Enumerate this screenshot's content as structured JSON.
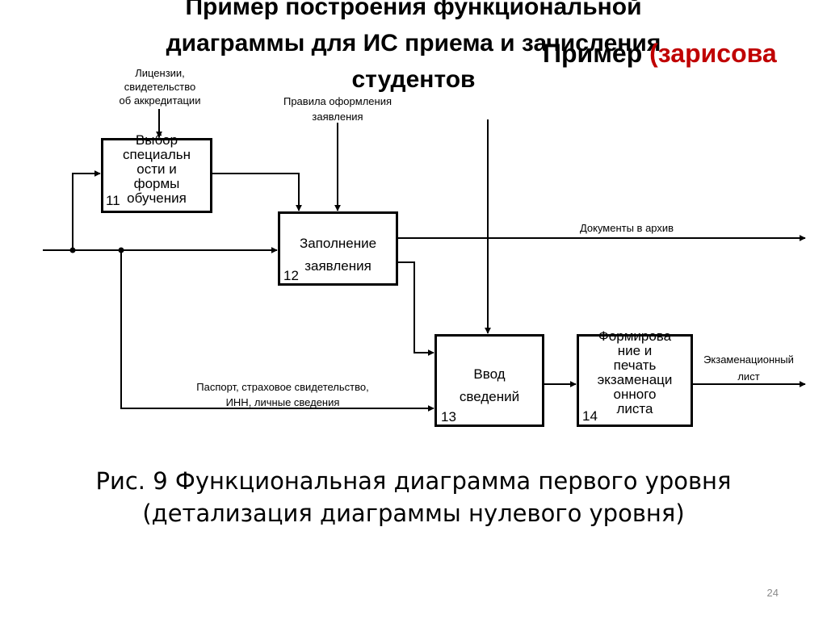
{
  "slide": {
    "title_lines": [
      "Пример построения функциональной",
      "диаграммы для ИС приема и зачисления",
      "студентов"
    ],
    "overlay_title": {
      "black": "Пример ",
      "red": "(зарисова"
    },
    "caption_lines": [
      "Рис. 9 Функциональная диаграмма первого уровня",
      "(детализация диаграммы нулевого уровня)"
    ],
    "page_number": "24",
    "colors": {
      "overlay_red": "#c00000",
      "page_number": "#8a8a8a"
    }
  },
  "diagram": {
    "boxes": [
      {
        "number": "11",
        "label_lines": [
          "Выбор",
          "специальн",
          "ости и",
          "формы",
          "обучения"
        ]
      },
      {
        "number": "12",
        "label_lines": [
          "Заполнение",
          "заявления"
        ]
      },
      {
        "number": "13",
        "label_lines": [
          "Ввод",
          "сведений"
        ]
      },
      {
        "number": "14",
        "label_lines": [
          "Формирова",
          "ние и",
          "печать",
          "экзаменаци",
          "онного",
          "листа"
        ]
      }
    ],
    "labels": {
      "licenses": [
        "Лицензии,",
        "свидетельство",
        "об аккредитации"
      ],
      "rules": [
        "Правила оформления",
        "заявления"
      ],
      "archive": "Документы в архив",
      "passport": [
        "Паспорт, страховое свидетельство,",
        "ИНН, личные сведения"
      ],
      "exam_sheet": [
        "Экзаменационный",
        "лист"
      ]
    }
  }
}
